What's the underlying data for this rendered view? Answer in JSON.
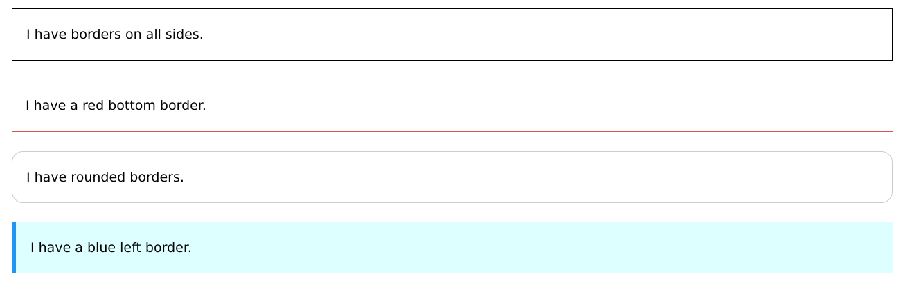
{
  "boxes": {
    "all_sides": {
      "text": "I have borders on all sides.",
      "border_color": "#000000"
    },
    "bottom": {
      "text": "I have a red bottom border.",
      "border_color": "#d9534f"
    },
    "rounded": {
      "text": "I have rounded borders.",
      "border_color": "#cccccc"
    },
    "left": {
      "text": "I have a blue left border.",
      "border_color": "#2196f3",
      "background_color": "#ddffff"
    }
  }
}
